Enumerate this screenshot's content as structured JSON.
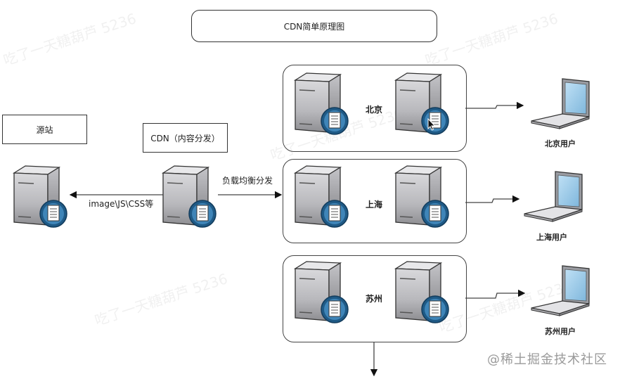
{
  "title": "CDN简单原理图",
  "origin": {
    "label": "源站"
  },
  "cdn": {
    "label": "CDN（内容分发）"
  },
  "edges": {
    "cdn_to_origin": "image\\JS\\CSS等",
    "load_balance": "负载均衡分发"
  },
  "regions": [
    {
      "city": "北京",
      "user": "北京用户"
    },
    {
      "city": "上海",
      "user": "上海用户"
    },
    {
      "city": "苏州",
      "user": "苏州用户"
    }
  ],
  "icons": {
    "server": "server-with-document-icon",
    "laptop": "laptop-icon"
  },
  "credit": "@稀土掘金技术社区",
  "watermark": "吃了一天糖葫芦 5236"
}
